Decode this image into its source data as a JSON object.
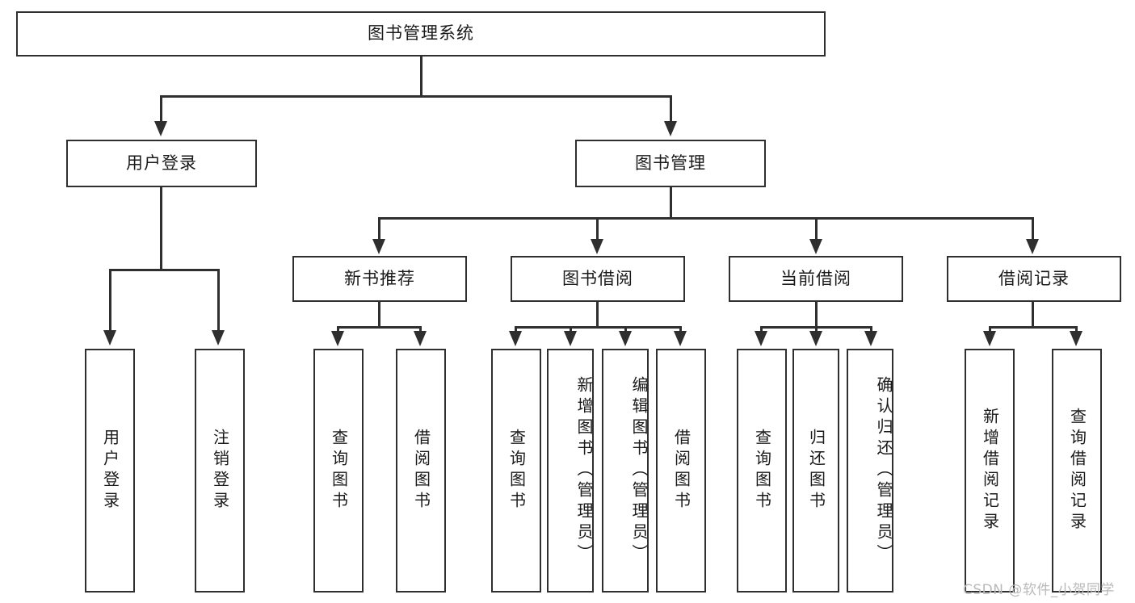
{
  "diagram": {
    "title": "图书管理系统",
    "type": "hierarchy-tree",
    "root": {
      "label": "图书管理系统"
    },
    "level2": [
      {
        "label": "用户登录"
      },
      {
        "label": "图书管理"
      }
    ],
    "level3": [
      {
        "label": "新书推荐"
      },
      {
        "label": "图书借阅"
      },
      {
        "label": "当前借阅"
      },
      {
        "label": "借阅记录"
      }
    ],
    "leaves": {
      "user_login": [
        {
          "label": "用户登录"
        },
        {
          "label": "注销登录"
        }
      ],
      "new_book_recommend": [
        {
          "label": "查询图书"
        },
        {
          "label": "借阅图书"
        }
      ],
      "book_borrow": [
        {
          "label": "查询图书"
        },
        {
          "label": "新增图书（管理员）"
        },
        {
          "label": "编辑图书（管理员）"
        },
        {
          "label": "借阅图书"
        }
      ],
      "current_borrow": [
        {
          "label": "查询图书"
        },
        {
          "label": "归还图书"
        },
        {
          "label": "确认归还（管理员）"
        }
      ],
      "borrow_record": [
        {
          "label": "新增借阅记录"
        },
        {
          "label": "查询借阅记录"
        }
      ]
    }
  },
  "watermark": {
    "text": "CSDN @软件_小贺同学"
  },
  "colors": {
    "stroke": "#2f2f2f",
    "background": "#ffffff",
    "text": "#1a1a1a",
    "watermark": "#b9b9b9"
  }
}
